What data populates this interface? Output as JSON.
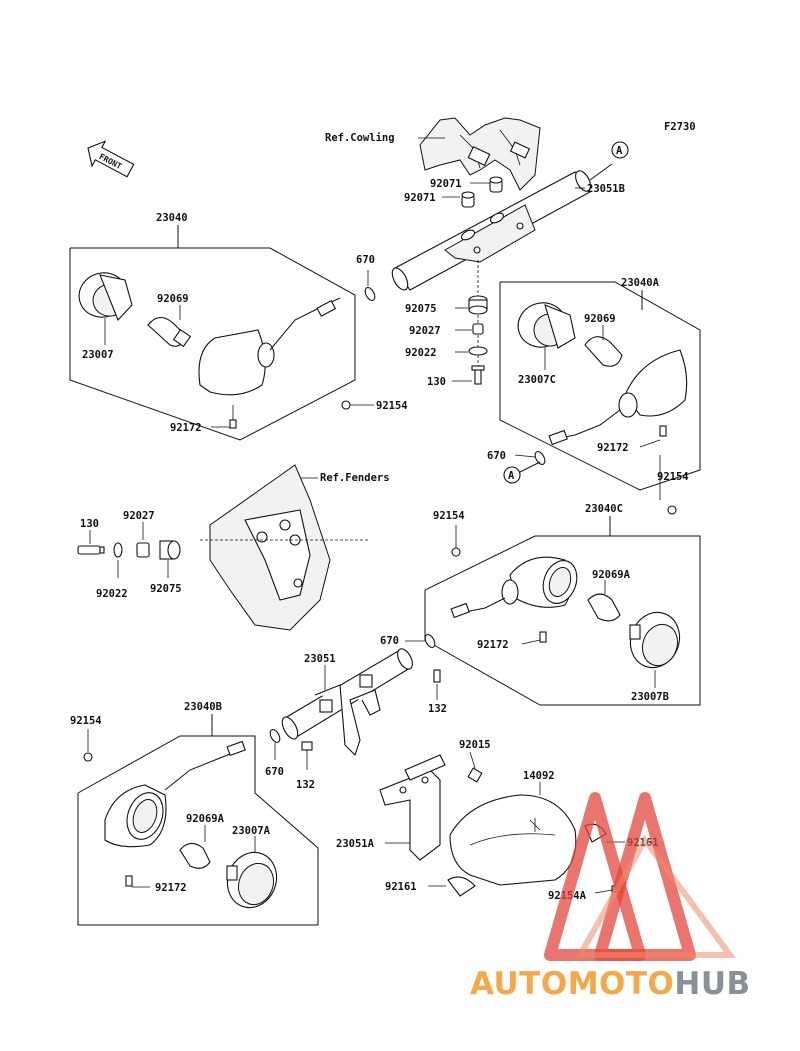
{
  "diagram": {
    "code": "F2730",
    "front_label": "FRONT",
    "ref_labels": {
      "cowling": "Ref.Cowling",
      "fenders": "Ref.Fenders"
    },
    "callouts": {
      "c23040": "23040",
      "c92069_a": "92069",
      "c23007": "23007",
      "c92172_a": "92172",
      "c92154_a": "92154",
      "c670_a": "670",
      "c92071_a": "92071",
      "c92071_b": "92071",
      "c23051B": "23051B",
      "c92075_a": "92075",
      "c92027_a": "92027",
      "c92022_a": "92022",
      "c130_a": "130",
      "c23040A": "23040A",
      "c92069_b": "92069",
      "c23007C": "23007C",
      "c92172_b": "92172",
      "c670_b": "670",
      "c92154_b": "92154",
      "c130_b": "130",
      "c92027_b": "92027",
      "c92022_b": "92022",
      "c92075_b": "92075",
      "c92154_c": "92154",
      "c23040C": "23040C",
      "c92069A_a": "92069A",
      "c670_c": "670",
      "c92172_c": "92172",
      "c23007B": "23007B",
      "c23051": "23051",
      "c132_a": "132",
      "c92154_d": "92154",
      "c23040B": "23040B",
      "c670_d": "670",
      "c132_b": "132",
      "c92015": "92015",
      "c14092": "14092",
      "c92069A_b": "92069A",
      "c23007A": "23007A",
      "c23051A": "23051A",
      "c92161_a": "92161",
      "c92172_d": "92172",
      "c92161_b": "92161",
      "c92154A": "92154A",
      "circle_a_top": "A",
      "circle_a_bottom": "A"
    }
  },
  "watermark": {
    "part1": "AUTOMOTO",
    "part2": "HUB",
    "colors": {
      "orange": "#f5a84a",
      "red": "#e2473e",
      "gray": "#8a8f98"
    }
  }
}
